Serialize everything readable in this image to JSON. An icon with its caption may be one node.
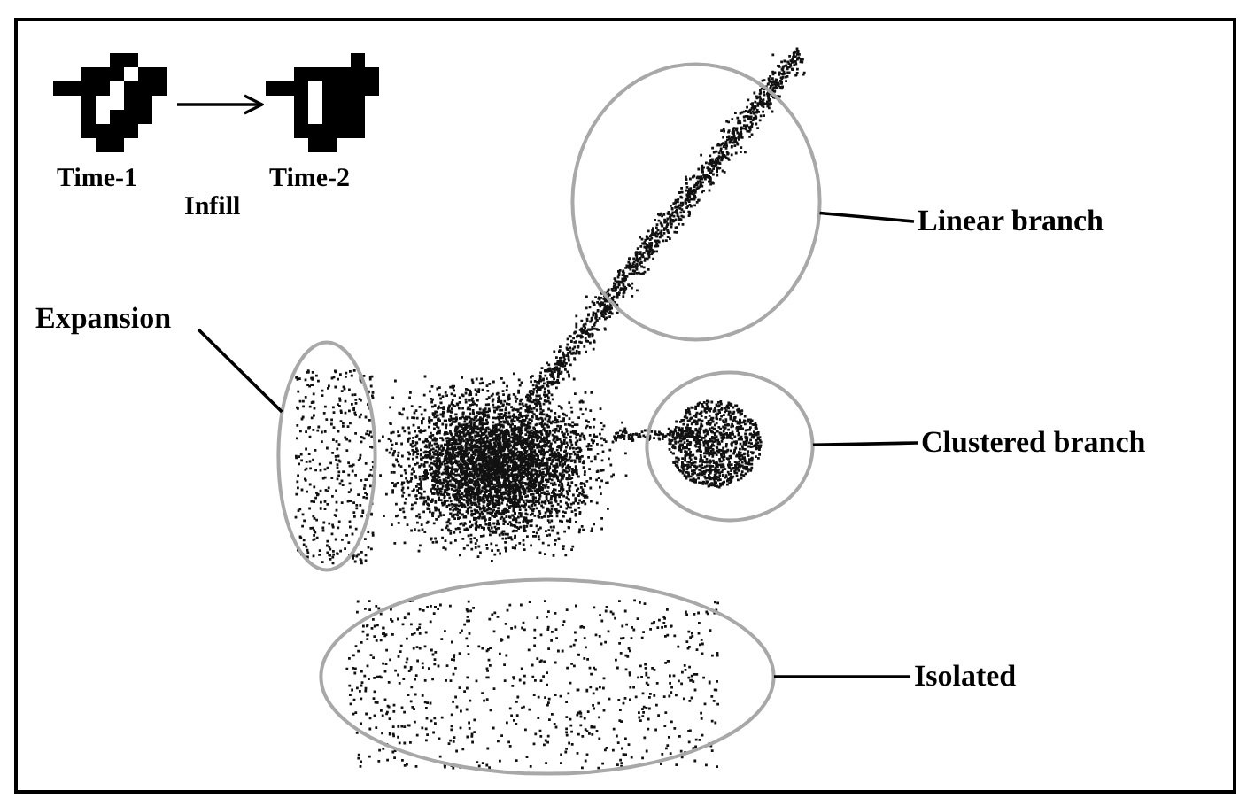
{
  "diagram": {
    "nodes": [
      {
        "text": [],
        "shape": "picture",
        "beside": [
          "Time-1"
        ]
      },
      {
        "text": [],
        "shape": "picture",
        "beside": [
          "Time-2"
        ]
      },
      {
        "text": [],
        "shape": "circle"
      },
      {
        "text": [],
        "shape": "circle"
      },
      {
        "text": [],
        "shape": "circle"
      },
      {
        "text": [],
        "shape": "circle"
      },
      {
        "text": [
          "Linear branch"
        ]
      },
      {
        "text": [
          "Expansion"
        ]
      },
      {
        "text": [
          "Clustered branch"
        ]
      },
      {
        "text": [
          "Isolated"
        ]
      }
    ],
    "edges": [
      {
        "from": 0,
        "to": 1,
        "arrow": "to"
      },
      {
        "from": 6,
        "to": 2,
        "arrow": "none"
      },
      {
        "from": 7,
        "to": 3,
        "arrow": "none"
      },
      {
        "from": 8,
        "to": 4,
        "arrow": "none"
      },
      {
        "from": 9,
        "to": 5,
        "arrow": "none"
      }
    ],
    "labels": [
      "Infill"
    ]
  }
}
